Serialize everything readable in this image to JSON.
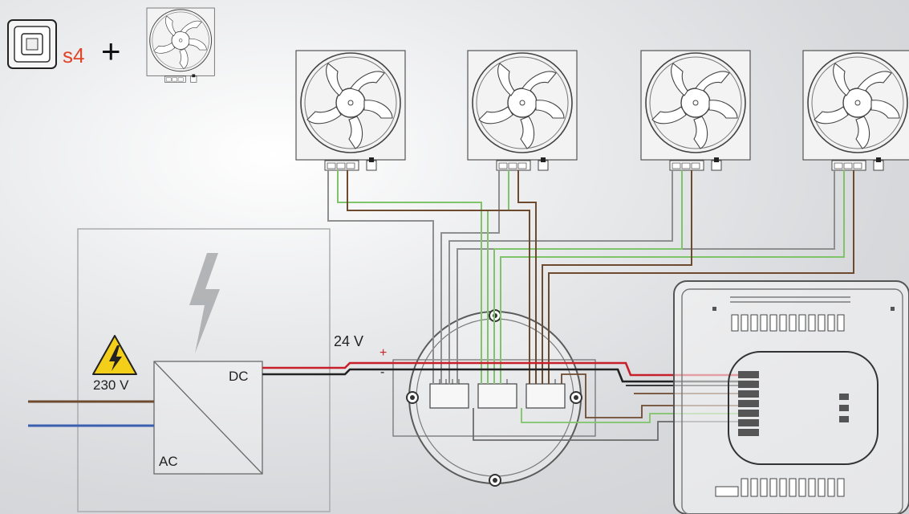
{
  "labels": {
    "model": "s4",
    "plus_sign": "+",
    "voltage_dc": "24 V",
    "positive": "+",
    "negative": "-",
    "dc": "DC",
    "voltage_ac": "230 V",
    "ac": "AC"
  },
  "icons": {
    "controller": "controller-icon",
    "fan": "fan-icon",
    "high_voltage": "high-voltage-warning-icon",
    "lightning": "lightning-icon"
  },
  "colors": {
    "wire_brown": "#6e4a2e",
    "wire_green": "#7fc36a",
    "wire_gray": "#8f8f8f",
    "wire_red": "#c8202a",
    "wire_black": "#222222",
    "wire_blue": "#3a5fb0",
    "accent_red": "#e0452a",
    "warning_yellow": "#f3cf1a"
  }
}
